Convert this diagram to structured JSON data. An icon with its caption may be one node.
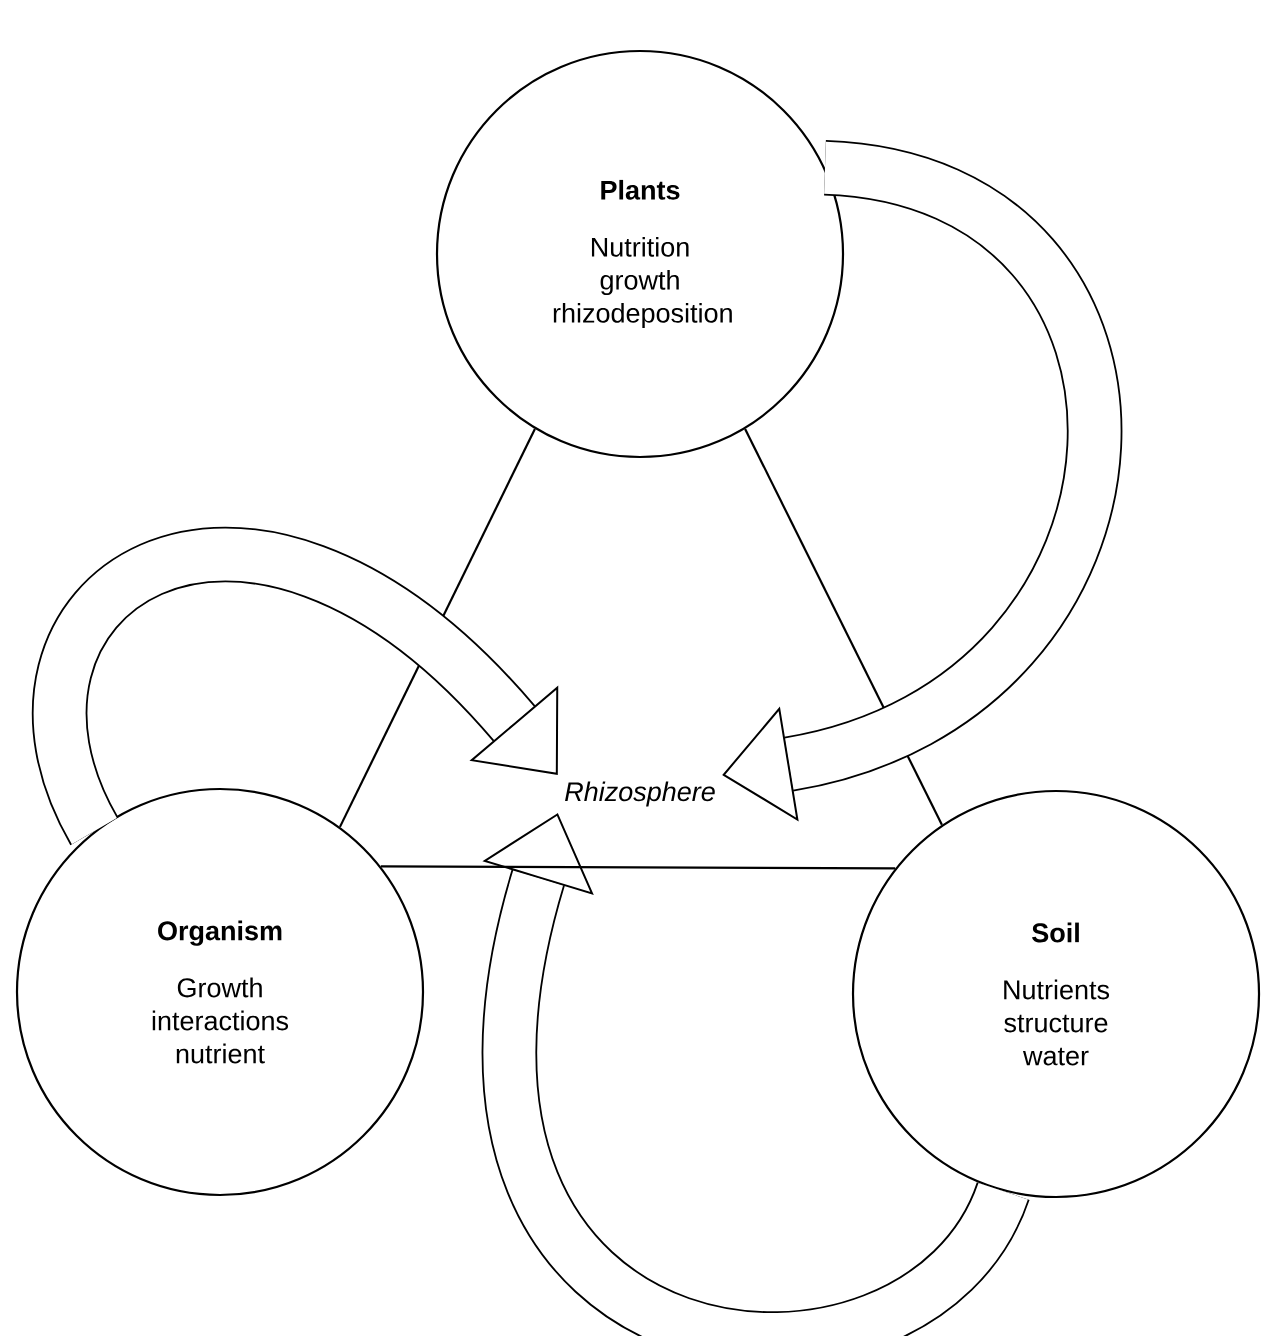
{
  "diagram": {
    "nodes": [
      {
        "text": [
          "Plants",
          "Nutrition growth rhizodeposition"
        ]
      },
      {
        "text": [
          "Organism",
          "Growth interactions nutrient"
        ]
      },
      {
        "text": [
          "Soil",
          "Nutrients structure water"
        ]
      },
      {
        "text": [
          "Rhizosphere"
        ]
      }
    ],
    "edges": [
      {
        "from": 0,
        "to": 1,
        "arrow": "none"
      },
      {
        "from": 0,
        "to": 2,
        "arrow": "none"
      },
      {
        "from": 1,
        "to": 2,
        "arrow": "none"
      },
      {
        "from": 0,
        "to": 3,
        "arrow": "to",
        "style": "thick"
      },
      {
        "from": 1,
        "to": 3,
        "arrow": "to",
        "style": "thick"
      },
      {
        "from": 2,
        "to": 3,
        "arrow": "to",
        "style": "thick"
      }
    ]
  }
}
